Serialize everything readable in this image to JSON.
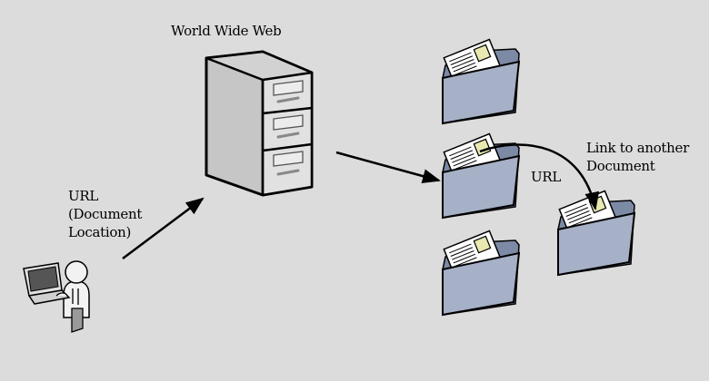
{
  "labels": {
    "www": "World Wide Web",
    "url_left": [
      "URL",
      "(Document",
      "Location)"
    ],
    "url_mid": "URL",
    "link": [
      "Link to another",
      "Document"
    ]
  },
  "colors": {
    "background": "#dcdcdc",
    "cabinet_side": "#c6c6c6",
    "cabinet_front": "#e1e1e1",
    "folder_blue": "#a6b0c6",
    "folder_back": "#7c8aa6",
    "paper_tab": "#e8e8b0",
    "stroke": "#000000"
  },
  "icons": [
    "file-cabinet-icon",
    "document-folder-icon",
    "user-at-laptop-icon"
  ]
}
